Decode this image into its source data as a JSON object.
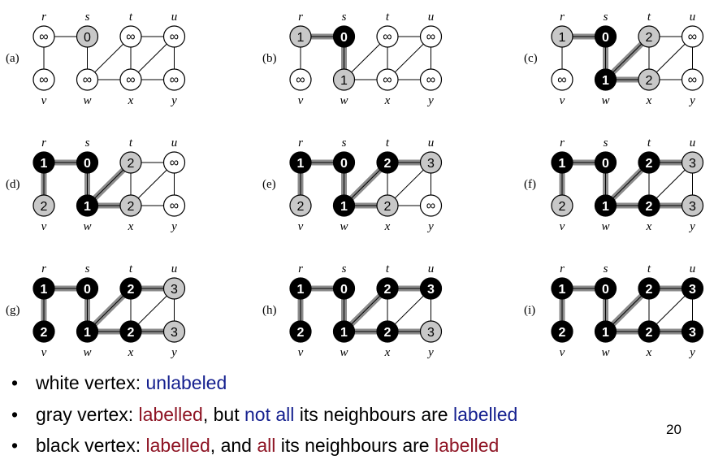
{
  "slide": {
    "page_number": "20",
    "vertex_names": [
      "r",
      "s",
      "t",
      "u",
      "v",
      "w",
      "x",
      "y"
    ],
    "panels": [
      {
        "tag": "(a)",
        "vertices": {
          "r": {
            "label": "∞",
            "state": "white"
          },
          "s": {
            "label": "0",
            "state": "gray"
          },
          "t": {
            "label": "∞",
            "state": "white"
          },
          "u": {
            "label": "∞",
            "state": "white"
          },
          "v": {
            "label": "∞",
            "state": "white"
          },
          "w": {
            "label": "∞",
            "state": "white"
          },
          "x": {
            "label": "∞",
            "state": "white"
          },
          "y": {
            "label": "∞",
            "state": "white"
          }
        },
        "tree_edges": []
      },
      {
        "tag": "(b)",
        "vertices": {
          "r": {
            "label": "1",
            "state": "gray"
          },
          "s": {
            "label": "0",
            "state": "black"
          },
          "t": {
            "label": "∞",
            "state": "white"
          },
          "u": {
            "label": "∞",
            "state": "white"
          },
          "v": {
            "label": "∞",
            "state": "white"
          },
          "w": {
            "label": "1",
            "state": "gray"
          },
          "x": {
            "label": "∞",
            "state": "white"
          },
          "y": {
            "label": "∞",
            "state": "white"
          }
        },
        "tree_edges": [
          "r-s",
          "s-w"
        ]
      },
      {
        "tag": "(c)",
        "vertices": {
          "r": {
            "label": "1",
            "state": "gray"
          },
          "s": {
            "label": "0",
            "state": "black"
          },
          "t": {
            "label": "2",
            "state": "gray"
          },
          "u": {
            "label": "∞",
            "state": "white"
          },
          "v": {
            "label": "∞",
            "state": "white"
          },
          "w": {
            "label": "1",
            "state": "black"
          },
          "x": {
            "label": "2",
            "state": "gray"
          },
          "y": {
            "label": "∞",
            "state": "white"
          }
        },
        "tree_edges": [
          "r-s",
          "s-w",
          "w-t",
          "w-x"
        ]
      },
      {
        "tag": "(d)",
        "vertices": {
          "r": {
            "label": "1",
            "state": "black"
          },
          "s": {
            "label": "0",
            "state": "black"
          },
          "t": {
            "label": "2",
            "state": "gray"
          },
          "u": {
            "label": "∞",
            "state": "white"
          },
          "v": {
            "label": "2",
            "state": "gray"
          },
          "w": {
            "label": "1",
            "state": "black"
          },
          "x": {
            "label": "2",
            "state": "gray"
          },
          "y": {
            "label": "∞",
            "state": "white"
          }
        },
        "tree_edges": [
          "r-s",
          "s-w",
          "w-t",
          "w-x",
          "r-v"
        ]
      },
      {
        "tag": "(e)",
        "vertices": {
          "r": {
            "label": "1",
            "state": "black"
          },
          "s": {
            "label": "0",
            "state": "black"
          },
          "t": {
            "label": "2",
            "state": "black"
          },
          "u": {
            "label": "3",
            "state": "gray"
          },
          "v": {
            "label": "2",
            "state": "gray"
          },
          "w": {
            "label": "1",
            "state": "black"
          },
          "x": {
            "label": "2",
            "state": "gray"
          },
          "y": {
            "label": "∞",
            "state": "white"
          }
        },
        "tree_edges": [
          "r-s",
          "s-w",
          "w-t",
          "w-x",
          "r-v",
          "t-u"
        ]
      },
      {
        "tag": "(f)",
        "vertices": {
          "r": {
            "label": "1",
            "state": "black"
          },
          "s": {
            "label": "0",
            "state": "black"
          },
          "t": {
            "label": "2",
            "state": "black"
          },
          "u": {
            "label": "3",
            "state": "gray"
          },
          "v": {
            "label": "2",
            "state": "gray"
          },
          "w": {
            "label": "1",
            "state": "black"
          },
          "x": {
            "label": "2",
            "state": "black"
          },
          "y": {
            "label": "3",
            "state": "gray"
          }
        },
        "tree_edges": [
          "r-s",
          "s-w",
          "w-t",
          "w-x",
          "r-v",
          "t-u",
          "x-y"
        ]
      },
      {
        "tag": "(g)",
        "vertices": {
          "r": {
            "label": "1",
            "state": "black"
          },
          "s": {
            "label": "0",
            "state": "black"
          },
          "t": {
            "label": "2",
            "state": "black"
          },
          "u": {
            "label": "3",
            "state": "gray"
          },
          "v": {
            "label": "2",
            "state": "black"
          },
          "w": {
            "label": "1",
            "state": "black"
          },
          "x": {
            "label": "2",
            "state": "black"
          },
          "y": {
            "label": "3",
            "state": "gray"
          }
        },
        "tree_edges": [
          "r-s",
          "s-w",
          "w-t",
          "w-x",
          "r-v",
          "t-u",
          "x-y"
        ]
      },
      {
        "tag": "(h)",
        "vertices": {
          "r": {
            "label": "1",
            "state": "black"
          },
          "s": {
            "label": "0",
            "state": "black"
          },
          "t": {
            "label": "2",
            "state": "black"
          },
          "u": {
            "label": "3",
            "state": "black"
          },
          "v": {
            "label": "2",
            "state": "black"
          },
          "w": {
            "label": "1",
            "state": "black"
          },
          "x": {
            "label": "2",
            "state": "black"
          },
          "y": {
            "label": "3",
            "state": "gray"
          }
        },
        "tree_edges": [
          "r-s",
          "s-w",
          "w-t",
          "w-x",
          "r-v",
          "t-u",
          "x-y"
        ]
      },
      {
        "tag": "(i)",
        "vertices": {
          "r": {
            "label": "1",
            "state": "black"
          },
          "s": {
            "label": "0",
            "state": "black"
          },
          "t": {
            "label": "2",
            "state": "black"
          },
          "u": {
            "label": "3",
            "state": "black"
          },
          "v": {
            "label": "2",
            "state": "black"
          },
          "w": {
            "label": "1",
            "state": "black"
          },
          "x": {
            "label": "2",
            "state": "black"
          },
          "y": {
            "label": "3",
            "state": "black"
          }
        },
        "tree_edges": [
          "r-s",
          "s-w",
          "w-t",
          "w-x",
          "r-v",
          "t-u",
          "x-y"
        ]
      }
    ],
    "graph_edges": [
      "r-s",
      "r-v",
      "s-w",
      "w-t",
      "w-x",
      "t-x",
      "t-u",
      "x-u",
      "x-y",
      "u-y"
    ],
    "legend": [
      {
        "bullet": "•",
        "segments": [
          {
            "text": "white vertex: ",
            "color": "default"
          },
          {
            "text": "unlabeled",
            "color": "blue"
          }
        ]
      },
      {
        "bullet": "•",
        "segments": [
          {
            "text": "gray vertex: ",
            "color": "default"
          },
          {
            "text": "labelled",
            "color": "red"
          },
          {
            "text": ", but ",
            "color": "default"
          },
          {
            "text": "not all",
            "color": "blue"
          },
          {
            "text": " its neighbours are ",
            "color": "default"
          },
          {
            "text": "labelled",
            "color": "blue"
          }
        ]
      },
      {
        "bullet": "•",
        "segments": [
          {
            "text": "black vertex: ",
            "color": "default"
          },
          {
            "text": "labelled",
            "color": "red"
          },
          {
            "text": ", and ",
            "color": "default"
          },
          {
            "text": "all",
            "color": "red"
          },
          {
            "text": " its neighbours are ",
            "color": "default"
          },
          {
            "text": "labelled",
            "color": "red"
          }
        ]
      }
    ],
    "colors": {
      "white_fill": "#ffffff",
      "gray_fill": "#c8c8c8",
      "black_fill": "#000000",
      "tree_edge": "#8c8c8c",
      "blue_text": "#15208f",
      "red_text": "#8e1424"
    }
  }
}
